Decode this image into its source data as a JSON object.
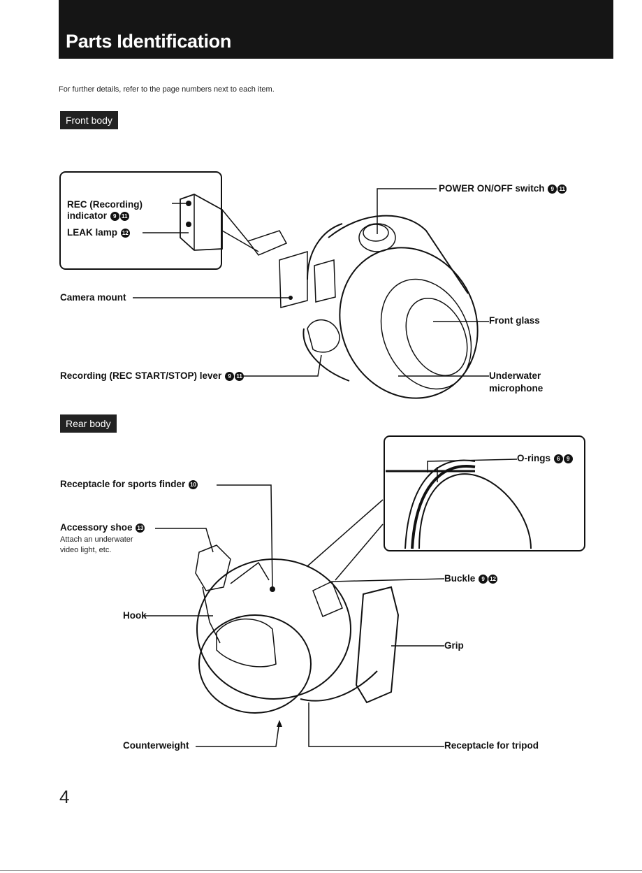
{
  "header": {
    "title": "Parts Identification"
  },
  "intro": "For further details, refer to the page numbers next to each item.",
  "sections": {
    "front": "Front body",
    "rear": "Rear body"
  },
  "front_labels": {
    "rec_indicator_1": "REC (Recording)",
    "rec_indicator_2": "indicator",
    "leak_lamp": "LEAK lamp",
    "camera_mount": "Camera mount",
    "rec_lever": "Recording (REC START/STOP) lever",
    "power_switch": "POWER ON/OFF switch",
    "front_glass": "Front glass",
    "underwater_mic_1": "Underwater",
    "underwater_mic_2": "microphone"
  },
  "rear_labels": {
    "sports_finder": "Receptacle for sports finder",
    "accessory_shoe": "Accessory shoe",
    "accessory_note_1": "Attach an underwater",
    "accessory_note_2": "video light, etc.",
    "hook": "Hook",
    "counterweight": "Counterweight",
    "o_rings": "O-rings",
    "buckle": "Buckle",
    "grip": "Grip",
    "tripod": "Receptacle for tripod"
  },
  "refs": {
    "rec_indicator": [
      "9",
      "11"
    ],
    "leak_lamp": [
      "12"
    ],
    "rec_lever": [
      "9",
      "11"
    ],
    "power_switch": [
      "9",
      "11"
    ],
    "sports_finder": [
      "10"
    ],
    "accessory_shoe": [
      "13"
    ],
    "o_rings": [
      "6",
      "9"
    ],
    "buckle": [
      "9",
      "12"
    ]
  },
  "page_number": "4"
}
